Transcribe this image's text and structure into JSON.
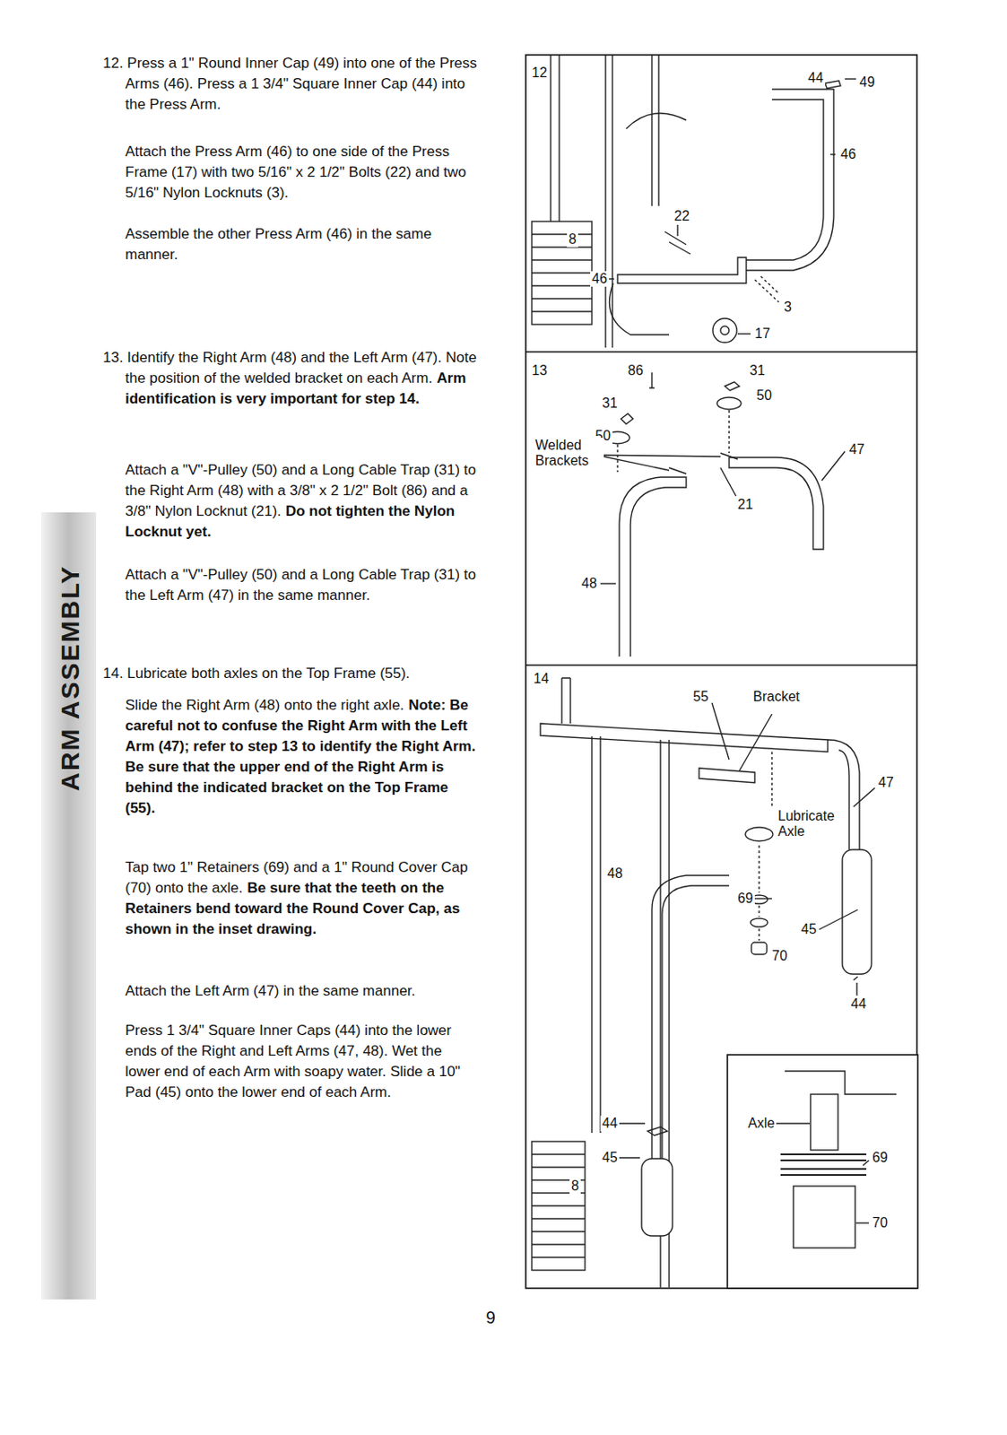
{
  "diagram": {
    "title": "ARM ASSEMBLY",
    "labels": [
      "12. Press a 1\" Round Inner Cap (49) into one of the Press Arms (46). Press a 1 3/4\" Square Inner Cap (44) into the Press Arm.",
      "Attach the Press Arm (46) to one side of the Press Frame (17) with two 5/16\" x 2 1/2\" Bolts (22) and two 5/16\" Nylon Locknuts (3).",
      "Assemble the other Press Arm (46) in the same manner.",
      "13. Identify the Right Arm (48) and the Left Arm (47). Note the position of the welded bracket on each Arm.",
      "Arm identification is very important for step 14.",
      "Attach a \"V\"-Pulley (50) and a Long Cable Trap (31) to the Right Arm (48) with a 3/8\" x 2 1/2\" Bolt (86) and a 3/8\" Nylon Locknut (21).",
      "Do not tighten the Nylon Locknut yet.",
      "Attach a \"V\"-Pulley (50) and a Long Cable Trap (31) to the Left Arm (47) in the same manner.",
      "14. Lubricate both axles on the Top Frame (55).",
      "Slide the Right Arm (48) onto the right axle.",
      "Note: Be careful not to confuse the Right Arm with the Left Arm (47); refer to step 13 to identify the Right Arm. Be sure that the upper end of the Right Arm is behind the indicated bracket on the Top Frame (55).",
      "Tap two 1\" Retainers (69) and a 1\" Round Cover Cap (70) onto the axle.",
      "Be sure that the teeth on the Retainers bend toward the Round Cover Cap, as shown in the inset drawing.",
      "Attach the Left Arm (47) in the same manner.",
      "Press 1 3/4\" Square Inner Caps (44) into the lower ends of the Right and Left Arms (47, 48). Wet the lower end of each Arm with soapy water. Slide a 10\" Pad (45) onto the lower end of each Arm.",
      "9",
      "12",
      "44",
      "49",
      "46",
      "22",
      "8",
      "46",
      "3",
      "17",
      "13",
      "86",
      "31",
      "31",
      "50",
      "50",
      "Welded Brackets",
      "47",
      "21",
      "48",
      "14",
      "55",
      "Bracket",
      "47",
      "Lubricate Axle",
      "48",
      "69",
      "45",
      "70",
      "44",
      "44",
      "45",
      "8",
      "Axle",
      "69",
      "70"
    ]
  }
}
